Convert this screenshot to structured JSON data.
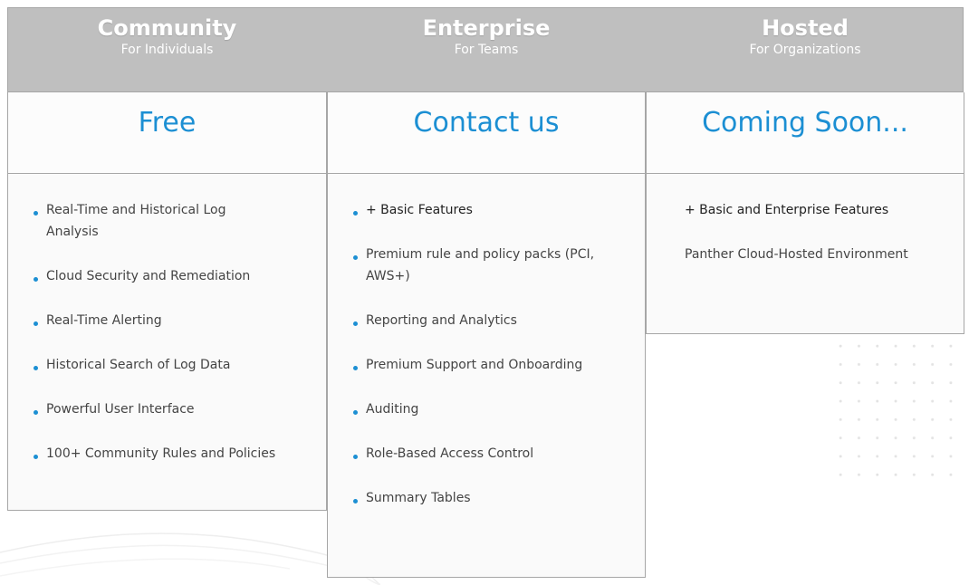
{
  "plans": [
    {
      "name": "Community",
      "subtitle": "For Individuals",
      "price": "Free",
      "features": [
        "Real-Time and Historical Log Analysis",
        "Cloud Security and Remediation",
        "Real-Time Alerting",
        "Historical Search of Log Data",
        "Powerful User Interface",
        "100+ Community Rules and Policies"
      ]
    },
    {
      "name": "Enterprise",
      "subtitle": "For Teams",
      "price": "Contact us",
      "features": [
        "+ Basic Features",
        "Premium rule and policy packs (PCI, AWS+)",
        "Reporting and Analytics",
        "Premium Support and Onboarding",
        "Auditing",
        "Role-Based Access Control",
        "Summary Tables"
      ]
    },
    {
      "name": "Hosted",
      "subtitle": "For Organizations",
      "price": "Coming Soon...",
      "features": [
        "+ Basic and Enterprise Features",
        "Panther Cloud-Hosted Environment"
      ]
    }
  ],
  "colors": {
    "header_bg": "#bfbfbf",
    "accent": "#1c8fd3",
    "border": "#a6a6a6"
  }
}
